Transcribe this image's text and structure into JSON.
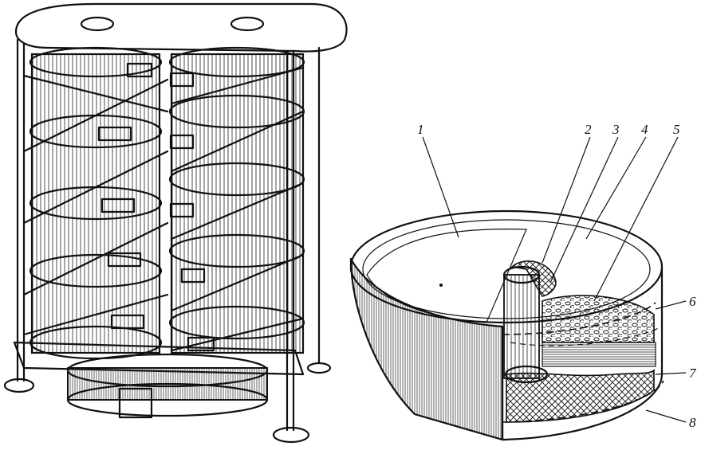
{
  "callouts": [
    {
      "label": "1",
      "target": "upper-sieve-surface"
    },
    {
      "label": "2",
      "target": "hatched-ring"
    },
    {
      "label": "3",
      "target": "central-tube"
    },
    {
      "label": "4",
      "target": "sieve-shell-wall"
    },
    {
      "label": "5",
      "target": "perforated-plate"
    },
    {
      "label": "6",
      "target": "outer-wall-dashed"
    },
    {
      "label": "7",
      "target": "mesh-layer"
    },
    {
      "label": "8",
      "target": "bottom-dashed-rim"
    }
  ],
  "colors": {
    "ink": "#111111",
    "paper": "#ffffff"
  }
}
